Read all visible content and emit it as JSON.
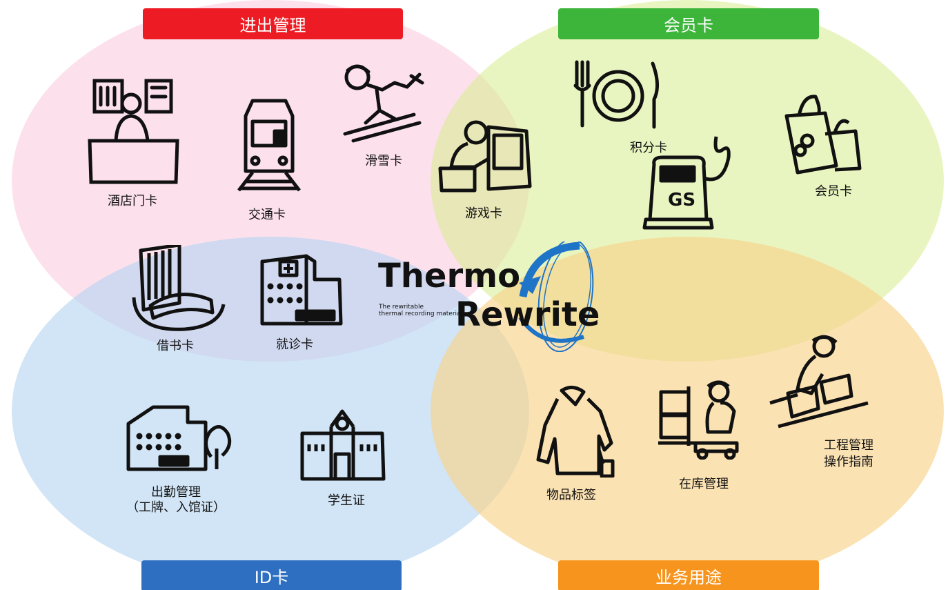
{
  "categories": {
    "entry": {
      "label": "进出管理",
      "color": "#ed1c24"
    },
    "member": {
      "label": "会员卡",
      "color": "#3cb53a"
    },
    "id": {
      "label": "ID卡",
      "color": "#2e6fc2"
    },
    "business": {
      "label": "业务用途",
      "color": "#f7941d"
    }
  },
  "circle_colors": {
    "entry": "#f9c3dc",
    "member": "#d6ec8c",
    "id": "#b3d3f0",
    "business": "#f9d28a"
  },
  "logo": {
    "line1": "Thermo",
    "line2": "Rewrite",
    "sub1": "The rewritable",
    "sub2": "thermal recording material"
  },
  "items": {
    "hotel": "酒店门卡",
    "transit": "交通卡",
    "ski": "滑雪卡",
    "game": "游戏卡",
    "points": "积分卡",
    "member": "会员卡",
    "library": "借书卡",
    "clinic": "就诊卡",
    "attendance_1": "出勤管理",
    "attendance_2": "（工牌、入馆证）",
    "student": "学生证",
    "goods": "物品标签",
    "inventory": "在库管理",
    "process_1": "工程管理",
    "process_2": "操作指南"
  },
  "icons": {
    "hotel": "hotel-reception-icon",
    "transit": "train-icon",
    "ski": "skier-icon",
    "game": "arcade-player-icon",
    "points": "plate-cutlery-icon",
    "gas": "gas-pump-icon",
    "member": "shopping-bags-icon",
    "library": "books-icon",
    "clinic": "hospital-icon",
    "attendance": "office-building-icon",
    "student": "school-building-icon",
    "goods": "coat-tag-icon",
    "inventory": "forklift-worker-icon",
    "process": "factory-worker-icon"
  }
}
